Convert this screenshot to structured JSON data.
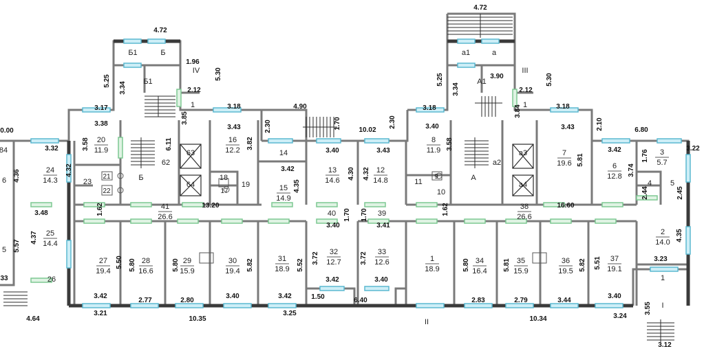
{
  "colors": {
    "wall": "#808080",
    "wall_dark": "#404040",
    "window": "#7fd3e6",
    "door": "#8fd3a0",
    "accent_dim": "#b02030",
    "stair": "#303030"
  },
  "rooms": [
    {
      "num": "24",
      "area": "14.3"
    },
    {
      "num": "20",
      "area": "11.9"
    },
    {
      "num": "16",
      "area": "12.2"
    },
    {
      "num": "15",
      "area": "14.9"
    },
    {
      "num": "13",
      "area": "14.6"
    },
    {
      "num": "12",
      "area": "14.8"
    },
    {
      "num": "8",
      "area": "11.9"
    },
    {
      "num": "7",
      "area": "19.6"
    },
    {
      "num": "6",
      "area": "12.8"
    },
    {
      "num": "3",
      "area": "5.7"
    },
    {
      "num": "25",
      "area": "14.4"
    },
    {
      "num": "27",
      "area": "19.4"
    },
    {
      "num": "28",
      "area": "16.6"
    },
    {
      "num": "29",
      "area": "15.9"
    },
    {
      "num": "30",
      "area": "19.4"
    },
    {
      "num": "31",
      "area": "18.9"
    },
    {
      "num": "32",
      "area": "12.7"
    },
    {
      "num": "33",
      "area": "12.6"
    },
    {
      "num": "1",
      "area": "18.9"
    },
    {
      "num": "34",
      "area": "16.4"
    },
    {
      "num": "35",
      "area": "15.9"
    },
    {
      "num": "36",
      "area": "19.5"
    },
    {
      "num": "37",
      "area": "19.1"
    },
    {
      "num": "2",
      "area": "14.0"
    },
    {
      "num": "41",
      "area": "26.6"
    },
    {
      "num": "38",
      "area": "26.6"
    }
  ],
  "labels": {
    "b1_top": "Б1",
    "b_top": "Б",
    "b1": "Б1",
    "b": "Б",
    "a1_top": "а1",
    "a_top": "а",
    "a1": "А1",
    "a2": "а2",
    "a": "А",
    "iv": "IV",
    "iii": "III",
    "ii": "II",
    "i": "I",
    "n1_left": "1",
    "n1_right": "1",
    "n1_stair": "1",
    "n62": "62",
    "n63": "63",
    "n64": "64",
    "n23": "23",
    "n21": "21",
    "n22": "22",
    "n18": "18",
    "n17": "17",
    "n19": "19",
    "n14": "14",
    "n40": "40",
    "n39": "39",
    "n11": "11",
    "n9": "9",
    "n10": "10",
    "na3": "а3",
    "na4": "а4",
    "n4": "4",
    "n5": "5",
    "n26": "26",
    "left_6": "6",
    "left_5": "5",
    "left_84": "84",
    "n1_entry": "1"
  },
  "dims": [
    "4.72",
    "4.72",
    "1.96",
    "5.25",
    "5.30",
    "3.34",
    "2.12",
    "5.25",
    "5.30",
    "3.34",
    "3.90",
    "2.12",
    "3.17",
    "3.38",
    "3.85",
    "3.18",
    "3.43",
    "3.82",
    "4.90",
    "2.30",
    "1.70",
    "10.02",
    "2.30",
    "3.18",
    "3.40",
    "3.84",
    "3.18",
    "3.43",
    "2.10",
    "6.80",
    "0.00",
    "3.32",
    "4.32",
    "4.36",
    "3.58",
    "6.11",
    "3.40",
    "3.42",
    "4.35",
    "4.30",
    "4.32",
    "3.43",
    "3.58",
    "5.81",
    "3.42",
    "3.74",
    "1.76",
    "3.22",
    "2.44",
    "2.45",
    "3.48",
    "1.62",
    "13.20",
    "1.70",
    "1.70",
    "1.62",
    "16.60",
    "3.40",
    "3.41",
    "4.37",
    "5.57",
    "5.50",
    "5.80",
    "5.80",
    "5.82",
    "5.52",
    "3.72",
    "3.72",
    "5.80",
    "5.81",
    "5.82",
    "5.51",
    "4.35",
    "3.23",
    "3.42",
    "2.77",
    "2.80",
    "3.40",
    "3.42",
    "3.42",
    "3.40",
    "2.83",
    "2.79",
    "3.44",
    "3.40",
    "1.50",
    "6.40",
    "3.21",
    "10.35",
    "3.25",
    "10.34",
    "3.24",
    "3.55",
    "4.64",
    "3.12",
    "33"
  ]
}
